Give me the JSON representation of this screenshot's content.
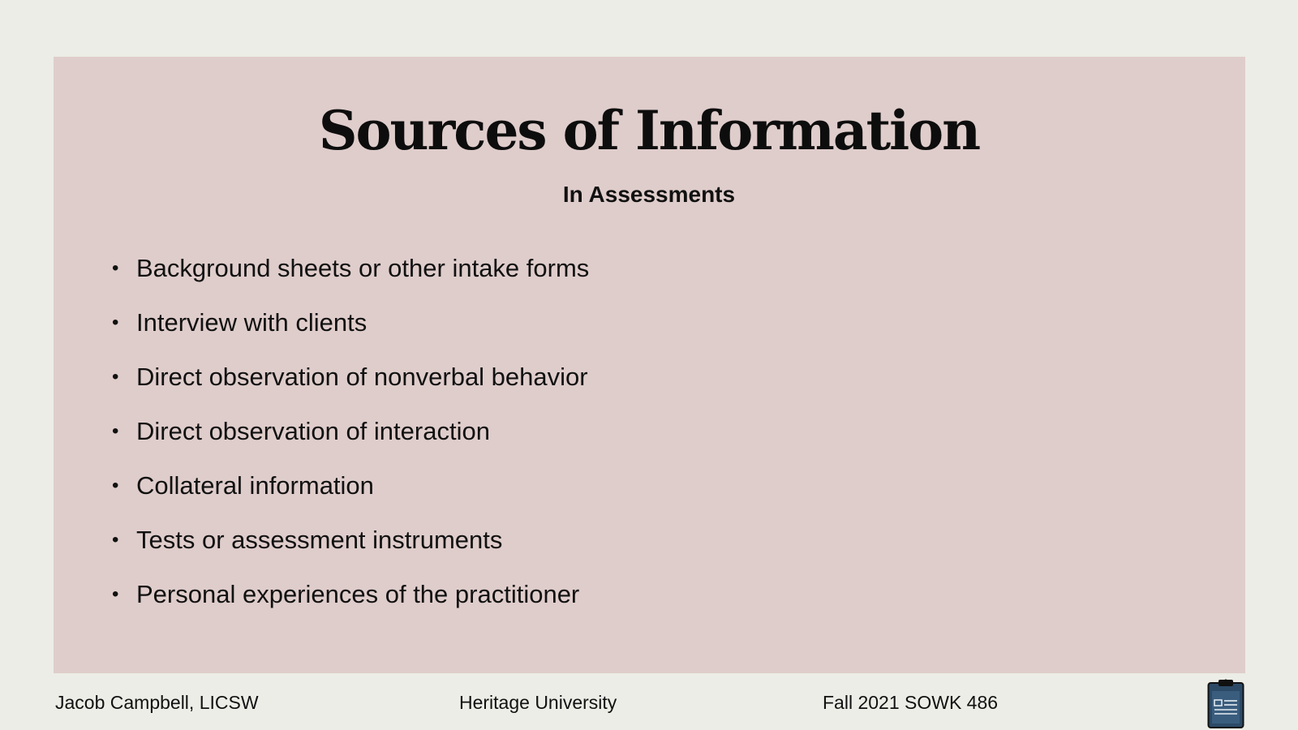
{
  "slide": {
    "title": "Sources of Information",
    "subtitle": "In Assessments",
    "bullets": [
      "Background sheets or other intake forms",
      "Interview with clients",
      "Direct observation of nonverbal behavior",
      "Direct observation of interaction",
      "Collateral information",
      "Tests or assessment instruments",
      "Personal experiences of the practitioner"
    ],
    "bullet_glyph": "•"
  },
  "footer": {
    "author": "Jacob Campbell, LICSW",
    "institution": "Heritage University",
    "course": "Fall 2021 SOWK 486",
    "icon": "clipboard-icon"
  },
  "colors": {
    "background": "#ecede6",
    "panel": "#dfcdcb",
    "text": "#111111",
    "icon_fill": "#2c4a66"
  }
}
